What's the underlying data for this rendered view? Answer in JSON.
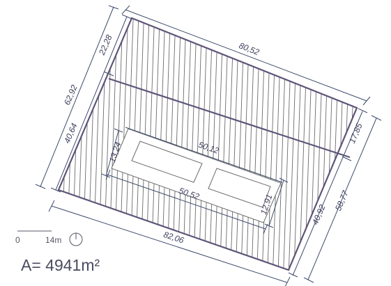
{
  "dimensions": {
    "top": "80,52",
    "bottom": "82,06",
    "left_total": "62,92",
    "left_upper": "22,28",
    "left_lower": "40,64",
    "right_upper": "17,85",
    "right_lower": "40,92",
    "right_total": "58,77",
    "opening_top": "50,12",
    "opening_bottom": "50,52",
    "opening_left": "13,24",
    "opening_right": "12,91"
  },
  "scale_bar": {
    "zero": "0",
    "length": "14m"
  },
  "area_label": "A= 4941m²",
  "colors": {
    "outline": "#5e5478",
    "hatch": "#6b6b6b",
    "dim_line": "#3d4a6b",
    "text": "#4a4a60"
  }
}
